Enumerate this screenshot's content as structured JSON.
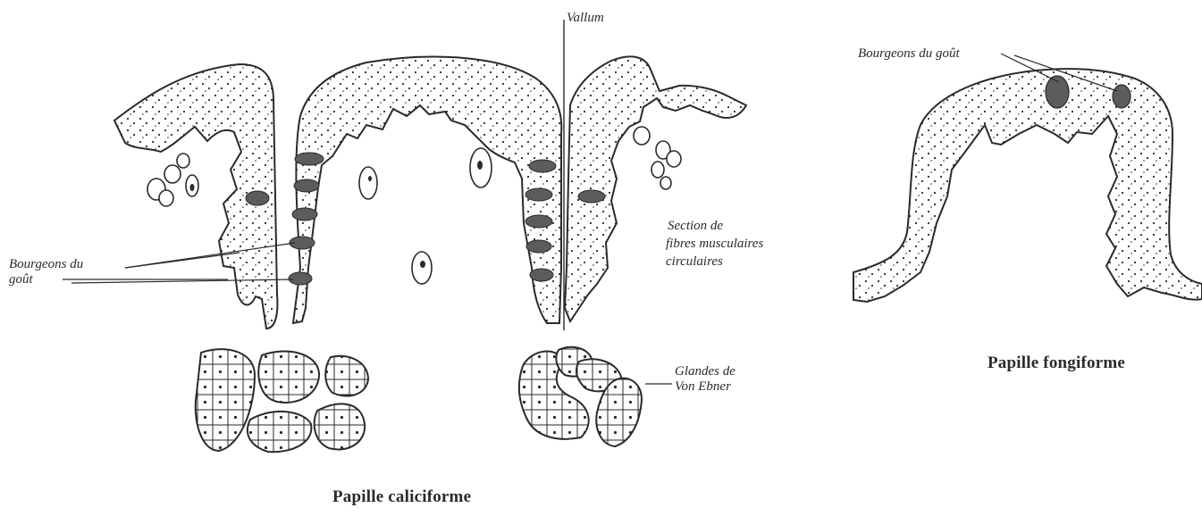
{
  "colors": {
    "ink": "#2a2a2a",
    "tissue_fill": "#f7f5f0",
    "bud_fill": "#5c5c5c",
    "background": "#ffffff"
  },
  "labels": {
    "vallum": "Vallum",
    "bourgeons_left_line1": "Bourgeons du",
    "bourgeons_left_line2": "goût",
    "section_line1": "Section de",
    "section_line2": "fibres musculaires",
    "section_line3": "circulaires",
    "glandes_line1": "Glandes de",
    "glandes_line2": "Von Ebner",
    "bourgeons_right": "Bourgeons du goût"
  },
  "captions": {
    "caliciforme": "Papille caliciforme",
    "fongiforme": "Papille fongiforme"
  }
}
